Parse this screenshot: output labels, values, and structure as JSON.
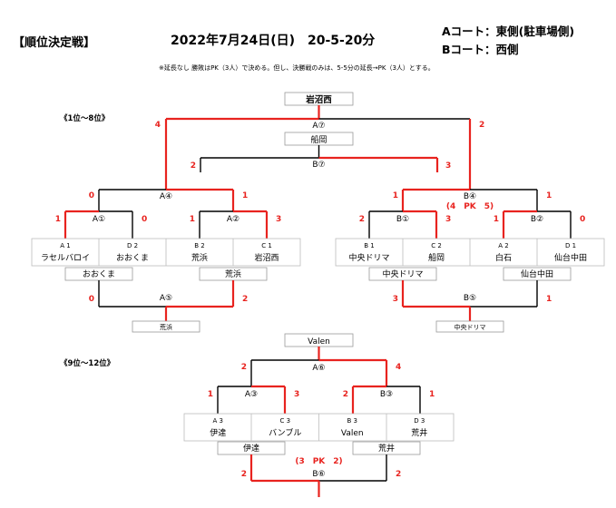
{
  "header": {
    "title": "【順位決定戦】",
    "date": "2022年7月24日(日)　20-5-20分",
    "court_a": "Aコート：東側(駐車場側)",
    "court_b": "Bコート：西側",
    "note": "※延長なし 勝敗はPK（3人）で決める。但し、決勝戦のみは、5-5分の延長→PK（3人）とする。"
  },
  "sections": {
    "top": "《1位～8位》",
    "bottom": "《9位～12位》"
  },
  "matches": {
    "a7": "A⑦",
    "b7": "B⑦",
    "a4": "A④",
    "b4": "B④",
    "a1": "A①",
    "a2": "A②",
    "b1": "B①",
    "b2": "B②",
    "a5": "A⑤",
    "b5": "B⑤",
    "a6": "A⑥",
    "a3": "A③",
    "b3": "B③",
    "b6": "B⑥"
  },
  "winners": {
    "champion": "岩沼西",
    "a7_loser": "船岡",
    "a5_winner": "荒浜",
    "b5_winner": "中央ドリマ",
    "a6_winner": "Valen",
    "a1_loser": "おおくま",
    "a2_loser": "荒浜",
    "b1_loser": "中央ドリマ",
    "b2_loser": "仙台中田",
    "a3_loser": "伊達",
    "b3_loser": "荒井"
  },
  "teams_top": [
    {
      "slot": "A 1",
      "name": "ラセルバロイ"
    },
    {
      "slot": "D 2",
      "name": "おおくま"
    },
    {
      "slot": "B 2",
      "name": "荒浜"
    },
    {
      "slot": "C 1",
      "name": "岩沼西"
    },
    {
      "slot": "B 1",
      "name": "中央ドリマ"
    },
    {
      "slot": "C 2",
      "name": "船岡"
    },
    {
      "slot": "A 2",
      "name": "白石"
    },
    {
      "slot": "D 1",
      "name": "仙台中田"
    }
  ],
  "teams_bottom": [
    {
      "slot": "A 3",
      "name": "伊達"
    },
    {
      "slot": "C 3",
      "name": "バンブル"
    },
    {
      "slot": "B 3",
      "name": "Valen"
    },
    {
      "slot": "D 3",
      "name": "荒井"
    }
  ],
  "scores": {
    "a7_left": "4",
    "a7_right": "2",
    "b7_left": "2",
    "b7_right": "3",
    "a4_left": "0",
    "a4_right": "1",
    "b4_left": "1",
    "b4_right": "1",
    "b4_pk": "(4　PK　5)",
    "a1_left": "1",
    "a1_right": "0",
    "a2_left": "1",
    "a2_right": "3",
    "b1_left": "2",
    "b1_right": "3",
    "b2_left": "1",
    "b2_right": "0",
    "a5_left": "0",
    "a5_right": "2",
    "b5_left": "3",
    "b5_right": "1",
    "a6_left": "2",
    "a6_right": "4",
    "a3_left": "1",
    "a3_right": "3",
    "b3_left": "2",
    "b3_right": "1",
    "b6_left": "2",
    "b6_right": "2",
    "b6_pk": "(3　PK　2)"
  },
  "colors": {
    "win_line": "#e8231f",
    "line": "#000000",
    "box_border": "#9a9a9a"
  }
}
